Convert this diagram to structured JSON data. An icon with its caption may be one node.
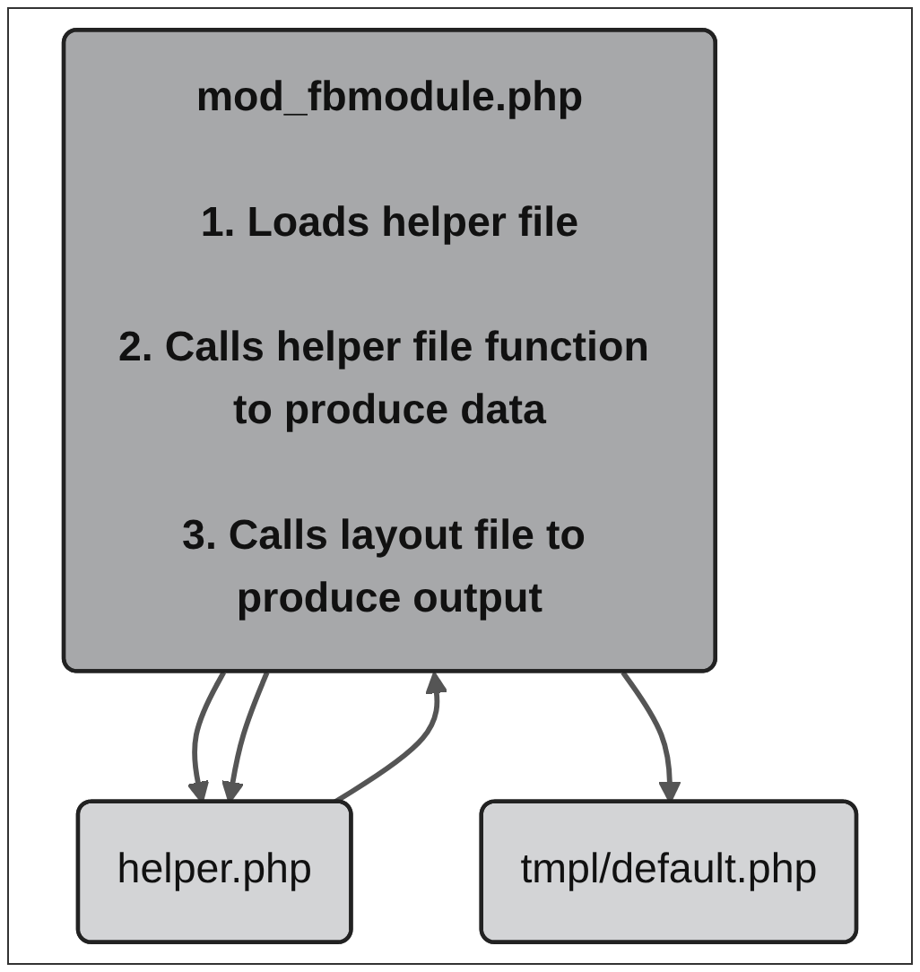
{
  "diagram": {
    "nodes": [
      {
        "text": [
          "mod_fbmodule.php",
          "1. Loads helper file",
          "2. Calls helper file function to produce data",
          "3. Calls layout file to produce output"
        ]
      },
      {
        "text": [
          "helper.php"
        ]
      },
      {
        "text": [
          "tmpl/default.php"
        ]
      }
    ],
    "edges": [
      {
        "from": 0,
        "to": 1,
        "arrow": "to"
      },
      {
        "from": 0,
        "to": 1,
        "arrow": "to"
      },
      {
        "from": 1,
        "to": 0,
        "arrow": "to"
      },
      {
        "from": 0,
        "to": 2,
        "arrow": "to"
      }
    ]
  }
}
